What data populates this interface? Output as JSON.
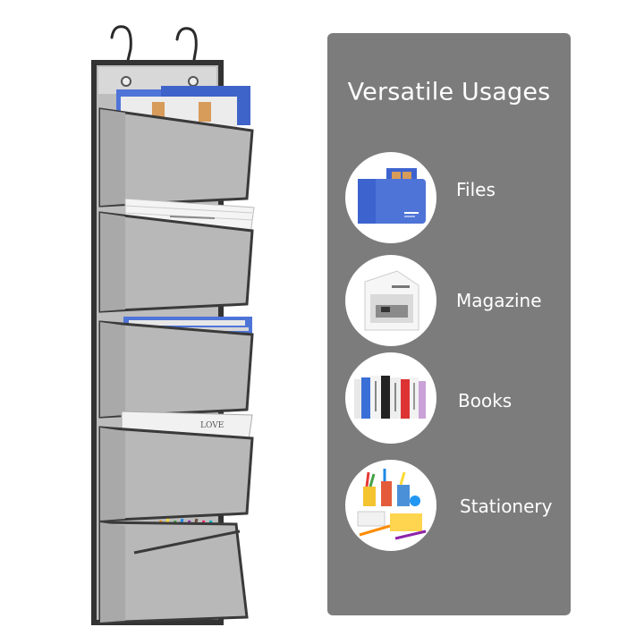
{
  "panel": {
    "title": "Versatile Usages",
    "background_color": "#7c7c7c",
    "text_color": "#ffffff"
  },
  "usages": [
    {
      "label": "Files",
      "icon": "file-folders-icon"
    },
    {
      "label": "Magazine",
      "icon": "magazine-icon"
    },
    {
      "label": "Books",
      "icon": "books-icon"
    },
    {
      "label": "Stationery",
      "icon": "stationery-icon"
    }
  ],
  "product": {
    "pocket_count": 5,
    "fabric_color": "#b9b9b9",
    "trim_color": "#3a3a3a",
    "book_cover_text": "LOVE"
  }
}
